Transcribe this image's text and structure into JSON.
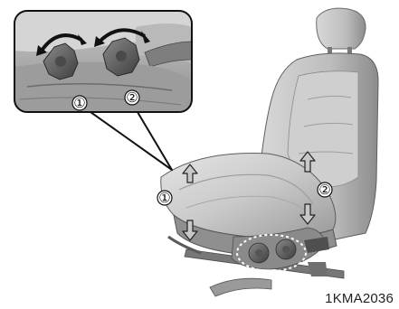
{
  "figure": {
    "code": "1KMA2036",
    "markers": {
      "one": "①",
      "two": "②"
    },
    "icons": {
      "knob_1": "front-height-knob-icon",
      "knob_2": "rear-height-knob-icon",
      "arrow_up": "arrow-up-icon",
      "arrow_down": "arrow-down-icon"
    }
  }
}
